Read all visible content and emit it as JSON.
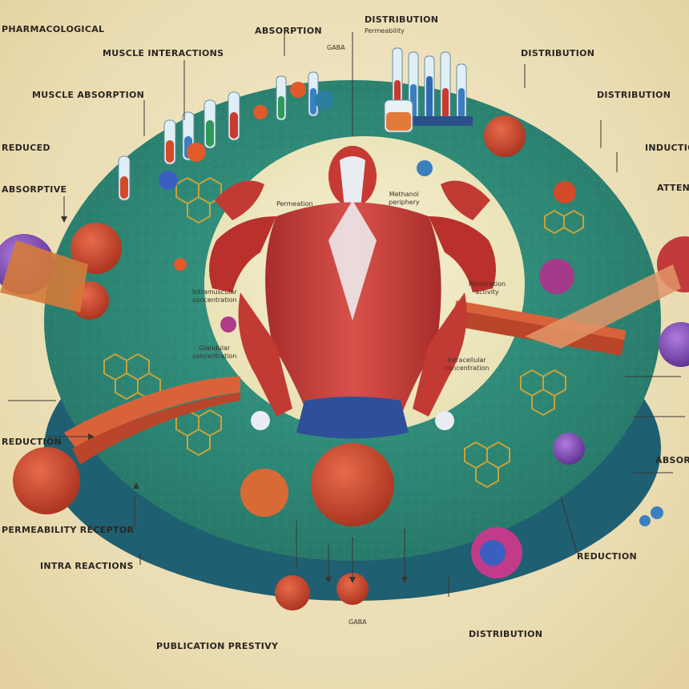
{
  "labels": {
    "title": "PHARMACOLOGICAL",
    "muscle_interactions": "MUSCLE INTERACTIONS",
    "muscle_absorption": "MUSCLE ABSORPTION",
    "reduced": "REDUCED",
    "absorptive": "ABSORPTIVE",
    "absorption_top": "ABSORPTION",
    "distribution_top": "DISTRIBUTION",
    "distribution_top_sub": "Permeability",
    "distribution_right": "DISTRIBUTION",
    "distribution_right2": "DISTRIBUTION",
    "induction_right": "INDUCTION",
    "attention_right": "ATTENTION",
    "absorption_right": "ABSORPTION",
    "reduction_left": "REDUCTION",
    "reduction_left2": "REDUCTION",
    "bottom_left": "PERMEABILITY RECEPTOR",
    "bottom_left2": "INTRA REACTIONS",
    "bottom_center": "PUBLICATION PRESTIVY",
    "bottom_right": "DISTRIBUTION",
    "inner_top_left": "Permeation",
    "inner_top_right": "Methanol\nperiphery",
    "inner_left": "Intramuscular\nconcentration",
    "inner_left2": "Glandular\nconcentration",
    "inner_right": "Penetration\nactivity",
    "inner_right2": "Intracellular\nconcentration",
    "small_top": "GABA",
    "small_mid": "GABA"
  },
  "colors": {
    "background": "#efe3bf",
    "ring": "#2f8f79",
    "ring_edge": "#1f5f72",
    "muscle": "#c23a34",
    "shorts": "#2f4f9a",
    "text": "#2b2622"
  },
  "icons": [
    "test-tube-icon",
    "cell-icon",
    "molecule-icon",
    "muscle-figure",
    "arrow-icon"
  ]
}
